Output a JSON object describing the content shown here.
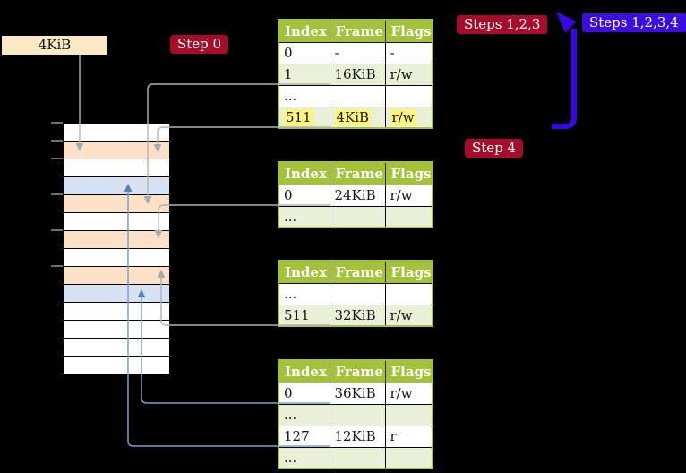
{
  "colors": {
    "background": "#000000",
    "table_header_bg": "#a3c139",
    "table_border_green": "#a3c139",
    "table_row_green": "#eaf0d8",
    "table_row_white": "#ffffff",
    "highlight_yellow": "#fdf57d",
    "mem_orange": "#fde1c6",
    "mem_blue": "#d7e3f4",
    "mem_white": "#ffffff",
    "badge_crimson": "#a60d2b",
    "badge_violet": "#3b0de0",
    "arrow_violet": "#3708e0",
    "connector_gray": "#b3b3b3",
    "connector_gray_head": "#a6abb3",
    "connector_blue": "#7f9fc9",
    "connector_blue_head": "#5c7fb8",
    "page_size_box_bg": "#fae9c4",
    "tick_gray": "#6f6f6f"
  },
  "annotations": {
    "page_size_box": "4KiB",
    "step0": "Step 0",
    "steps123": "Steps 1,2,3",
    "steps1234": "Steps 1,2,3,4",
    "step4": "Step 4"
  },
  "page_tables": [
    {
      "id": "table-1",
      "headers": [
        "Index",
        "Frame",
        "Flags"
      ],
      "rows": [
        {
          "cells": [
            "0",
            "-",
            "-"
          ],
          "shade": "white",
          "highlight": false
        },
        {
          "cells": [
            "1",
            "16KiB",
            "r/w"
          ],
          "shade": "green",
          "highlight": false
        },
        {
          "cells": [
            "...",
            "",
            ""
          ],
          "shade": "white",
          "highlight": false
        },
        {
          "cells": [
            "511",
            "4KiB",
            "r/w"
          ],
          "shade": "green",
          "highlight": true
        }
      ]
    },
    {
      "id": "table-2",
      "headers": [
        "Index",
        "Frame",
        "Flags"
      ],
      "rows": [
        {
          "cells": [
            "0",
            "24KiB",
            "r/w"
          ],
          "shade": "white",
          "highlight": false
        },
        {
          "cells": [
            "...",
            "",
            ""
          ],
          "shade": "green",
          "highlight": false
        }
      ]
    },
    {
      "id": "table-3",
      "headers": [
        "Index",
        "Frame",
        "Flags"
      ],
      "rows": [
        {
          "cells": [
            "...",
            "",
            ""
          ],
          "shade": "white",
          "highlight": false
        },
        {
          "cells": [
            "511",
            "32KiB",
            "r/w"
          ],
          "shade": "green",
          "highlight": false
        }
      ]
    },
    {
      "id": "table-4",
      "headers": [
        "Index",
        "Frame",
        "Flags"
      ],
      "rows": [
        {
          "cells": [
            "0",
            "36KiB",
            "r/w"
          ],
          "shade": "white",
          "highlight": false
        },
        {
          "cells": [
            "...",
            "",
            ""
          ],
          "shade": "green",
          "highlight": false
        },
        {
          "cells": [
            "127",
            "12KiB",
            "r"
          ],
          "shade": "white",
          "highlight": false
        },
        {
          "cells": [
            "...",
            "",
            ""
          ],
          "shade": "green",
          "highlight": false
        }
      ]
    }
  ],
  "memory_column": {
    "rows": [
      "white",
      "orange",
      "white",
      "blue",
      "orange",
      "white",
      "orange",
      "white",
      "orange",
      "blue",
      "white",
      "white",
      "white",
      "white"
    ]
  },
  "connectors": [
    {
      "name": "connector-pagesize-to-mem-frame4k",
      "color": "gray"
    },
    {
      "name": "connector-t1-index1-to-mem-frame16k",
      "color": "gray"
    },
    {
      "name": "connector-t1-index511-to-mem-frame4k",
      "color": "gray"
    },
    {
      "name": "connector-t2-index0-to-mem-frame24k",
      "color": "gray"
    },
    {
      "name": "connector-t3-index511-to-mem-frame32k",
      "color": "gray"
    },
    {
      "name": "connector-t4-index0-to-mem-frame36k",
      "color": "blue"
    },
    {
      "name": "connector-t4-index127-to-mem-frame12k",
      "color": "blue"
    },
    {
      "name": "arrow-steps1234-loop-to-table1",
      "color": "violet"
    }
  ]
}
